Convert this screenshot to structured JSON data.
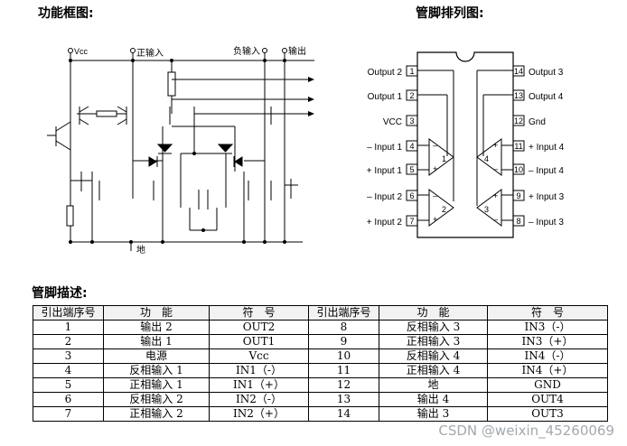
{
  "headings": {
    "function_diagram": "功能框图:",
    "pin_diagram": "管脚排列图:",
    "pin_description": "管脚描述:"
  },
  "circuit_labels": {
    "vcc": "Vcc",
    "pos_input": "正输入",
    "neg_input": "负输入",
    "output": "输出",
    "ground": "地"
  },
  "pinout": {
    "left": [
      {
        "name": "Output 2",
        "num": "1"
      },
      {
        "name": "Output 1",
        "num": "2"
      },
      {
        "name": "VCC",
        "num": "3"
      },
      {
        "name": "– Input 1",
        "num": "4"
      },
      {
        "name": "+ Input 1",
        "num": "5"
      },
      {
        "name": "– Input 2",
        "num": "6"
      },
      {
        "name": "+ Input 2",
        "num": "7"
      }
    ],
    "right": [
      {
        "name": "Output 3",
        "num": "14"
      },
      {
        "name": "Output 4",
        "num": "13"
      },
      {
        "name": "Gnd",
        "num": "12"
      },
      {
        "name": "+ Input 4",
        "num": "11"
      },
      {
        "name": "– Input 4",
        "num": "10"
      },
      {
        "name": "+ Input 3",
        "num": "9"
      },
      {
        "name": "– Input 3",
        "num": "8"
      }
    ],
    "comparators": [
      "1",
      "2",
      "3",
      "4"
    ]
  },
  "table": {
    "headers": [
      "引出端序号",
      "功　能",
      "符　号",
      "引出端序号",
      "功　能",
      "符　号"
    ],
    "rows": [
      [
        "1",
        "输出 2",
        "OUT2",
        "8",
        "反相输入 3",
        "IN3（-）"
      ],
      [
        "2",
        "输出 1",
        "OUT1",
        "9",
        "正相输入 3",
        "IN3（+）"
      ],
      [
        "3",
        "电源",
        "Vcc",
        "10",
        "反相输入 4",
        "IN4（-）"
      ],
      [
        "4",
        "反相输入 1",
        "IN1（-）",
        "11",
        "正相输入 4",
        "IN4（+）"
      ],
      [
        "5",
        "正相输入 1",
        "IN1（+）",
        "12",
        "地",
        "GND"
      ],
      [
        "6",
        "反相输入 2",
        "IN2（-）",
        "13",
        "输出 4",
        "OUT4"
      ],
      [
        "7",
        "正相输入 2",
        "IN2（+）",
        "14",
        "输出 3",
        "OUT3"
      ]
    ]
  },
  "watermark": "CSDN @weixin_45260069"
}
